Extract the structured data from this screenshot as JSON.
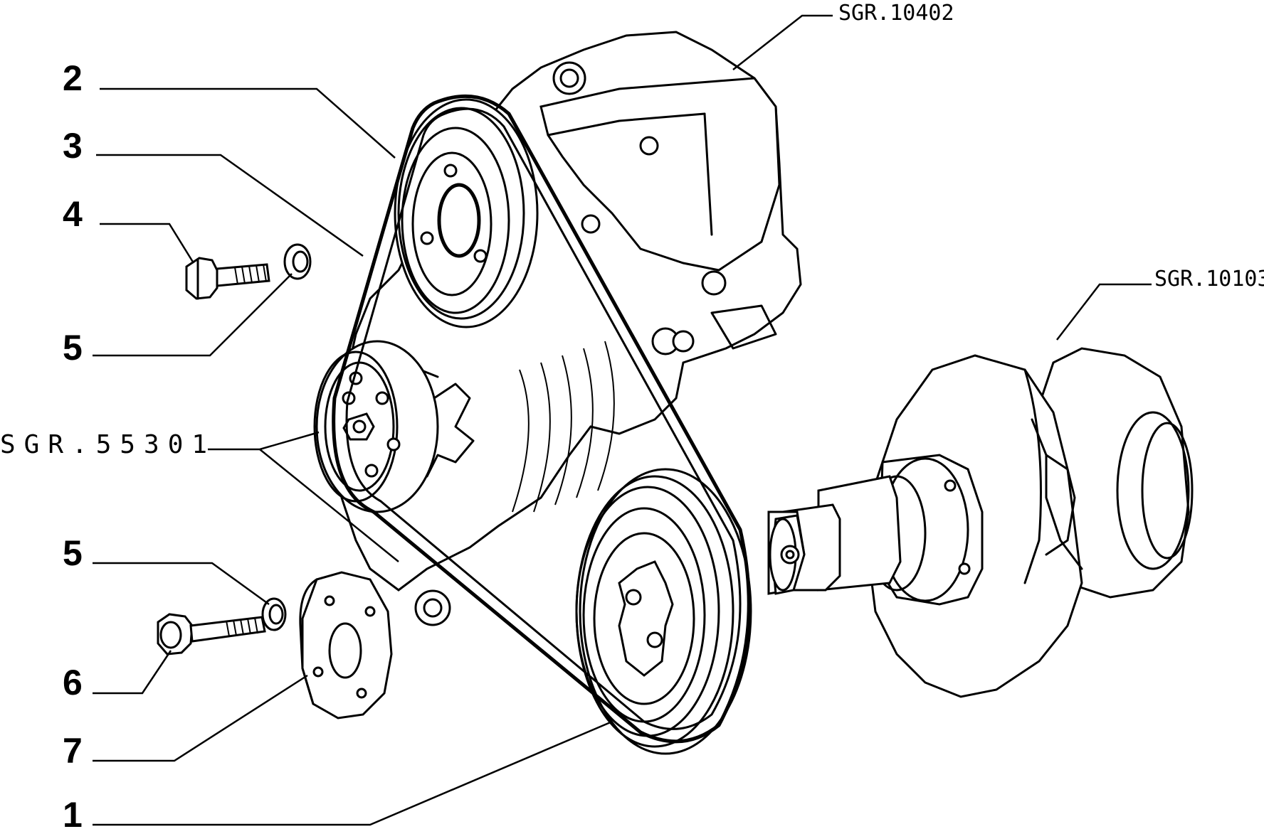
{
  "diagram": {
    "part_labels": {
      "p1": "1",
      "p2": "2",
      "p3": "3",
      "p4": "4",
      "p5a": "5",
      "p5b": "5",
      "p6": "6",
      "p7": "7"
    },
    "reference_labels": {
      "top": "SGR.10402",
      "right": "SGR.10103",
      "left": "SGR.55301"
    }
  }
}
